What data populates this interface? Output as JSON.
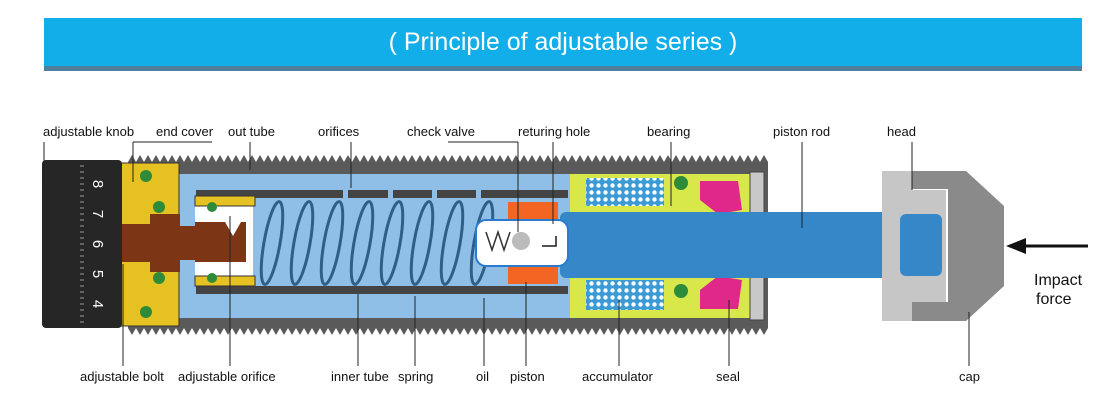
{
  "title": "( Principle of adjustable series )",
  "labels": {
    "adjustable_knob": "adjustable knob",
    "end_cover": "end cover",
    "out_tube": "out tube",
    "orifices": "orifices",
    "check_valve": "check valve",
    "returning_hole": "returing hole",
    "bearing": "bearing",
    "piston_rod": "piston rod",
    "head": "head",
    "adjustable_bolt": "adjustable bolt",
    "adjustable_orifice": "adjustable orifice",
    "inner_tube": "inner tube",
    "spring": "spring",
    "oil": "oil",
    "piston": "piston",
    "accumulator": "accumulator",
    "seal": "seal",
    "cap": "cap",
    "impact_line1": "Impact",
    "impact_line2": "force"
  },
  "dial_numbers": [
    "8",
    "7",
    "6",
    "5",
    "4"
  ],
  "colors": {
    "banner": "#12aee9",
    "oil": "#8fbfe6",
    "thread": "#595959",
    "knob": "#262626",
    "end_cover": "#e5c221",
    "bolt": "#7c3515",
    "piston": "#f26522",
    "rod": "#3587c8",
    "seal": "#e0288a",
    "accumulator": "#3c9ad4",
    "head": "#bfbfbf",
    "cap": "#8a8a8a"
  }
}
